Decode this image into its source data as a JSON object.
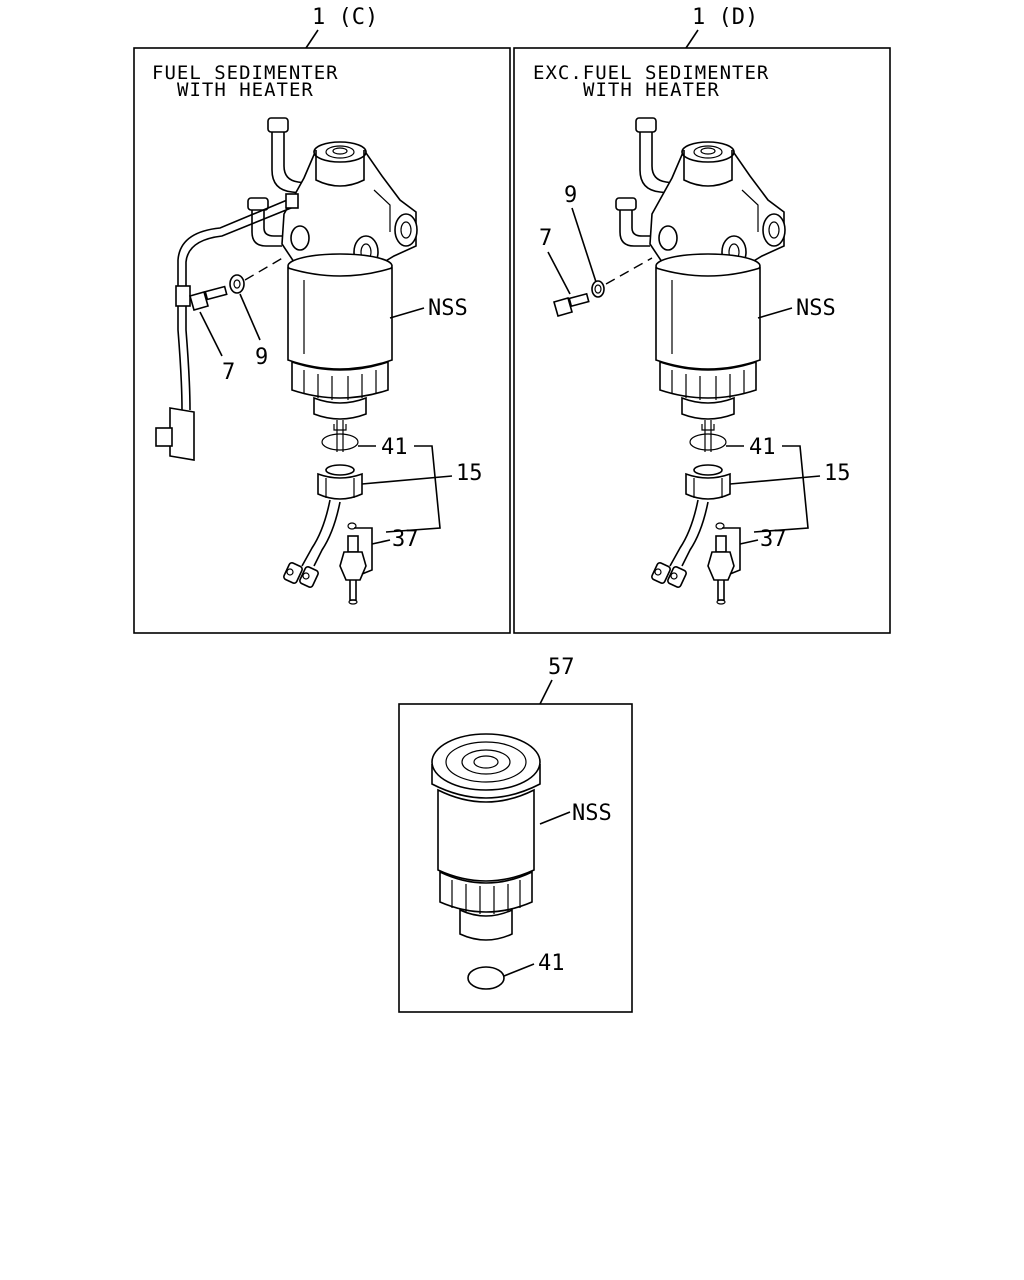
{
  "callouts": {
    "assy_c": "1 (C)",
    "assy_d": "1 (D)",
    "element": "57"
  },
  "panel_c": {
    "title_line1": "FUEL SEDIMENTER",
    "title_line2": "WITH HEATER",
    "labels": {
      "nss": "NSS",
      "p7": "7",
      "p9": "9",
      "p41": "41",
      "p15": "15",
      "p37": "37"
    }
  },
  "panel_d": {
    "title_line1": "EXC.FUEL SEDIMENTER",
    "title_line2": "WITH HEATER",
    "labels": {
      "nss": "NSS",
      "p7": "7",
      "p9": "9",
      "p41": "41",
      "p15": "15",
      "p37": "37"
    }
  },
  "panel_element": {
    "labels": {
      "nss": "NSS",
      "p41": "41"
    }
  }
}
